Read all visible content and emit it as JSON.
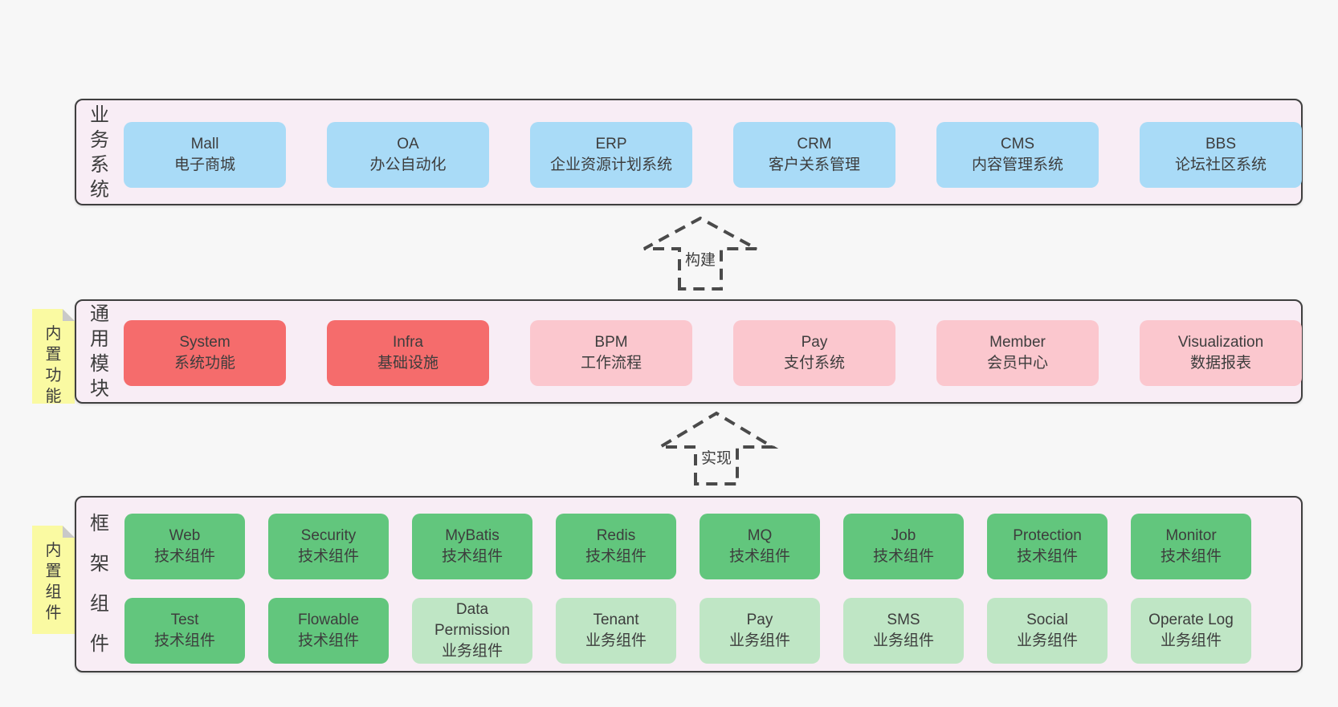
{
  "colors": {
    "page-bg": "#f7f7f7",
    "panel-bg": "#f8edf5",
    "panel-border": "#3f3f3f",
    "blue": "#a9dbf7",
    "red": "#f56c6c",
    "pink": "#fbc7ce",
    "green": "#62c67d",
    "light-green": "#bfe6c5",
    "yellow": "#fafaa2",
    "fold-gray": "#c9c9c9",
    "text": "#3d3d3d",
    "arrow": "#4a4a4a"
  },
  "layers": [
    {
      "side_label": "业务系统",
      "rows": [
        [
          {
            "name": "Mall",
            "desc": "电子商城"
          },
          {
            "name": "OA",
            "desc": "办公自动化"
          },
          {
            "name": "ERP",
            "desc": "企业资源计划系统"
          },
          {
            "name": "CRM",
            "desc": "客户关系管理"
          },
          {
            "name": "CMS",
            "desc": "内容管理系统"
          },
          {
            "name": "BBS",
            "desc": "论坛社区系统"
          }
        ]
      ]
    },
    {
      "side_label": "通用模块",
      "sticky": "内置功能",
      "rows": [
        [
          {
            "name": "System",
            "desc": "系统功能"
          },
          {
            "name": "Infra",
            "desc": "基础设施"
          },
          {
            "name": "BPM",
            "desc": "工作流程"
          },
          {
            "name": "Pay",
            "desc": "支付系统"
          },
          {
            "name": "Member",
            "desc": "会员中心"
          },
          {
            "name": "Visualization",
            "desc": "数据报表"
          }
        ]
      ]
    },
    {
      "side_label": "框架组件",
      "sticky": "内置组件",
      "rows": [
        [
          {
            "name": "Web",
            "desc": "技术组件"
          },
          {
            "name": "Security",
            "desc": "技术组件"
          },
          {
            "name": "MyBatis",
            "desc": "技术组件"
          },
          {
            "name": "Redis",
            "desc": "技术组件"
          },
          {
            "name": "MQ",
            "desc": "技术组件"
          },
          {
            "name": "Job",
            "desc": "技术组件"
          },
          {
            "name": "Protection",
            "desc": "技术组件"
          },
          {
            "name": "Monitor",
            "desc": "技术组件"
          }
        ],
        [
          {
            "name": "Test",
            "desc": "技术组件"
          },
          {
            "name": "Flowable",
            "desc": "技术组件"
          },
          {
            "name": "Data Permission",
            "desc": "业务组件"
          },
          {
            "name": "Tenant",
            "desc": "业务组件"
          },
          {
            "name": "Pay",
            "desc": "业务组件"
          },
          {
            "name": "SMS",
            "desc": "业务组件"
          },
          {
            "name": "Social",
            "desc": "业务组件"
          },
          {
            "name": "Operate Log",
            "desc": "业务组件"
          }
        ]
      ]
    }
  ],
  "arrows": [
    {
      "label": "构建"
    },
    {
      "label": "实现"
    }
  ]
}
